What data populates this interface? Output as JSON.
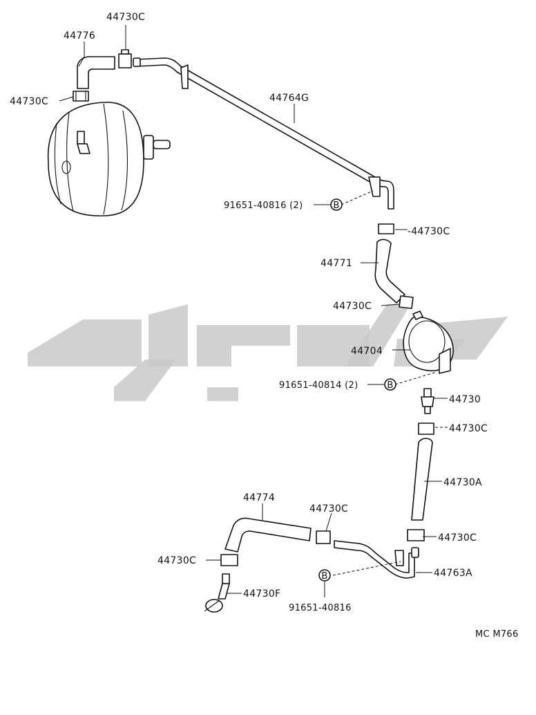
{
  "parts": {
    "p44776": "44776",
    "p44730C_top": "44730C",
    "p44730C_left": "44730C",
    "p44764G": "44764G",
    "p91651_40816_2": "91651-40816 (2)",
    "p44730C_r1": "-44730C",
    "p44771": "44771",
    "p44730C_mid": "44730C",
    "p44704": "44704",
    "p91651_40814_2": "91651-40814 (2)",
    "p44730": "44730",
    "p44730C_r2": "44730C",
    "p44730A": "44730A",
    "p44774": "44774",
    "p44730C_b1": "44730C",
    "p44730C_b2": "44730C",
    "p44730C_b3": "44730C",
    "p44730F": "44730F",
    "p44763A": "44763A",
    "p91651_40816": "91651-40816"
  },
  "bolt_symbol": "B",
  "diagram_code": "MC M766",
  "colors": {
    "line": "#111111",
    "watermark": "#c9c9c9",
    "background": "#ffffff"
  }
}
